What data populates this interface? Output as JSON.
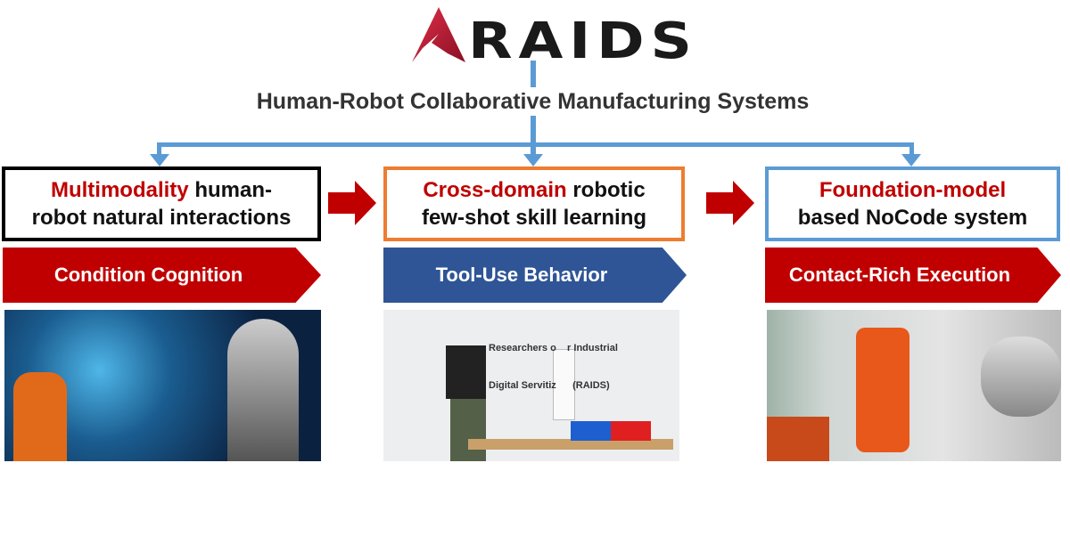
{
  "logo": {
    "text": "RAIDS"
  },
  "title": "Human-Robot Collaborative Manufacturing Systems",
  "columns": [
    {
      "highlight": "Multimodality",
      "rest_line1": " human-",
      "line2": "robot natural interactions",
      "banner": "Condition Cognition",
      "border_color": "#000000",
      "banner_color": "#c00000"
    },
    {
      "highlight": "Cross-domain",
      "rest_line1": " robotic",
      "line2": "few-shot skill learning",
      "banner": "Tool-Use Behavior",
      "border_color": "#ed7d31",
      "banner_color": "#2f5597"
    },
    {
      "highlight": "Foundation-model",
      "rest_line1": "",
      "line2": "based NoCode system",
      "banner": "Contact-Rich Execution",
      "border_color": "#5b9bd5",
      "banner_color": "#c00000"
    }
  ],
  "photo2_sign": {
    "line1": "Researchers o    r Industrial",
    "line2": "Digital Servitiz      (RAIDS)"
  }
}
